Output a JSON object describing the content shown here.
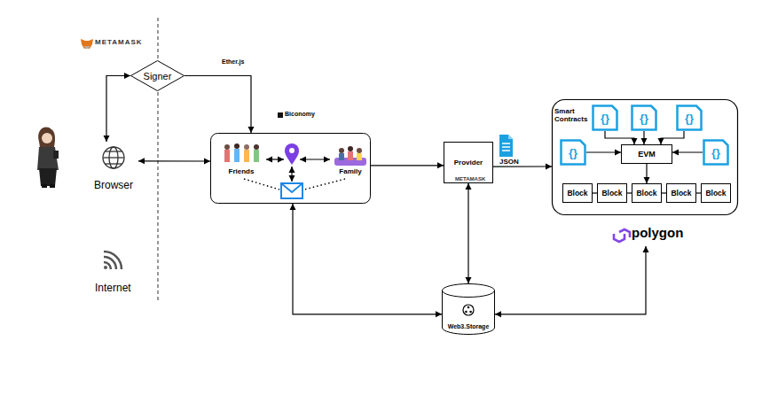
{
  "diagram": {
    "nodes": [
      {
        "text": [
          "Signer"
        ]
      },
      {
        "text": [
          "Browser"
        ]
      },
      {
        "text": [
          "Biconomy"
        ]
      },
      {
        "text": [
          "Friends"
        ],
        "in": 2
      },
      {
        "text": [
          "Family"
        ],
        "in": 2
      },
      {
        "text": [
          "Provider"
        ]
      },
      {
        "text": [
          "Smart Contracts",
          "polygon"
        ]
      },
      {
        "text": [
          "{}"
        ],
        "in": 6
      },
      {
        "text": [
          "{}"
        ],
        "in": 6
      },
      {
        "text": [
          "{}"
        ],
        "in": 6
      },
      {
        "text": [
          "{}"
        ],
        "in": 6
      },
      {
        "text": [
          "{}"
        ],
        "in": 6
      },
      {
        "text": [
          "EVM"
        ],
        "in": 6
      },
      {
        "text": [
          "Block"
        ],
        "in": 6
      },
      {
        "text": [
          "Block"
        ],
        "in": 6
      },
      {
        "text": [
          "Block"
        ],
        "in": 6
      },
      {
        "text": [
          "Block"
        ],
        "in": 6
      },
      {
        "text": [
          "Block"
        ],
        "in": 6
      },
      {
        "text": [
          "Web3.Storage"
        ]
      }
    ],
    "edges": [
      {
        "from": 0,
        "to": 1,
        "arrow": "both"
      },
      {
        "from": 0,
        "to": 2,
        "label": "Ether.js",
        "arrow": "to"
      },
      {
        "from": 1,
        "to": 2,
        "arrow": "both"
      },
      {
        "from": 2,
        "to": 5,
        "arrow": "to"
      },
      {
        "from": 5,
        "to": 6,
        "label": "JSON",
        "arrow": "to"
      },
      {
        "from": 5,
        "to": 18,
        "arrow": "both"
      },
      {
        "from": 18,
        "to": 2,
        "arrow": "both"
      },
      {
        "from": 18,
        "to": 6,
        "arrow": "both"
      },
      {
        "from": 7,
        "to": 12,
        "arrow": "to"
      },
      {
        "from": 8,
        "to": 12,
        "arrow": "to"
      },
      {
        "from": 9,
        "to": 12,
        "arrow": "to"
      },
      {
        "from": 10,
        "to": 12,
        "arrow": "to"
      },
      {
        "from": 11,
        "to": 12,
        "arrow": "to"
      },
      {
        "from": 12,
        "to": 15,
        "arrow": "to"
      },
      {
        "from": 13,
        "to": 14,
        "arrow": "none"
      },
      {
        "from": 14,
        "to": 15,
        "arrow": "none"
      },
      {
        "from": 15,
        "to": 16,
        "arrow": "none"
      },
      {
        "from": 16,
        "to": 17,
        "arrow": "none"
      }
    ],
    "labels": [
      "METAMASK",
      "Internet",
      "METAMASK"
    ]
  }
}
